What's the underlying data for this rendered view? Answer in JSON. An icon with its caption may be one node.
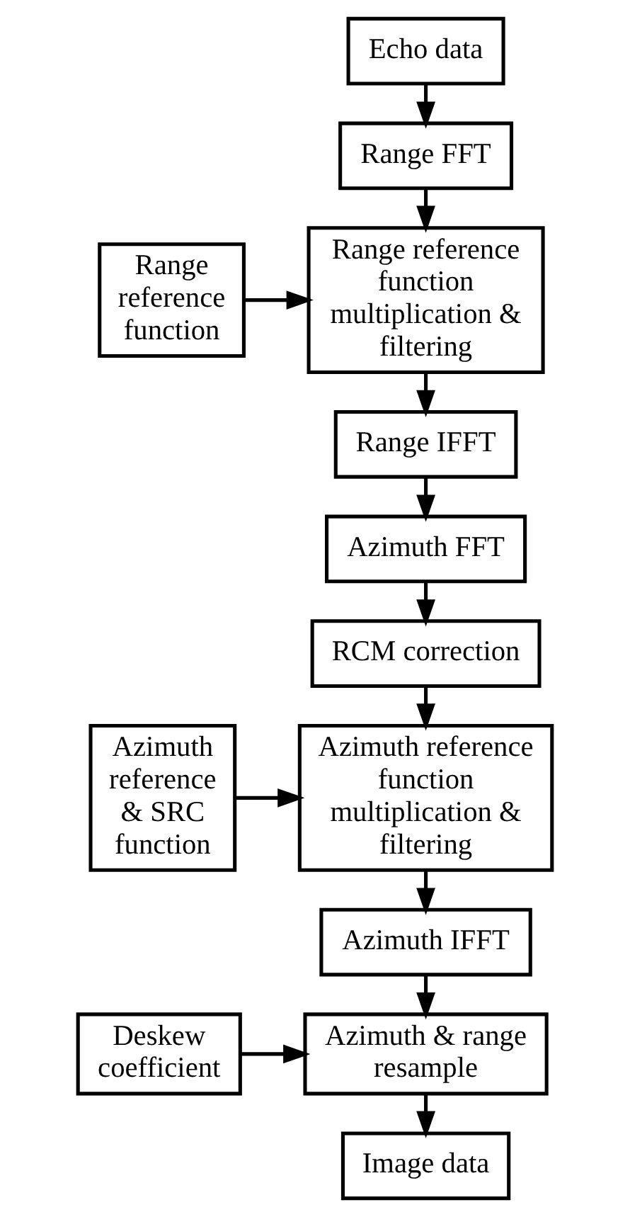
{
  "diagram": {
    "nodes": [
      {
        "text": [
          "Echo data"
        ]
      },
      {
        "text": [
          "Range FFT"
        ]
      },
      {
        "text": [
          "Range reference function multiplication & filtering"
        ]
      },
      {
        "text": [
          "Range reference function"
        ]
      },
      {
        "text": [
          "Range IFFT"
        ]
      },
      {
        "text": [
          "Azimuth FFT"
        ]
      },
      {
        "text": [
          "RCM correction"
        ]
      },
      {
        "text": [
          "Azimuth reference function multiplication & filtering"
        ]
      },
      {
        "text": [
          "Azimuth reference & SRC function"
        ]
      },
      {
        "text": [
          "Azimuth IFFT"
        ]
      },
      {
        "text": [
          "Azimuth & range resample"
        ]
      },
      {
        "text": [
          "Deskew coefficient"
        ]
      },
      {
        "text": [
          "Image data"
        ]
      }
    ],
    "edges": [
      {
        "from": 0,
        "to": 1,
        "arrow": "to"
      },
      {
        "from": 1,
        "to": 2,
        "arrow": "to"
      },
      {
        "from": 3,
        "to": 2,
        "arrow": "to"
      },
      {
        "from": 2,
        "to": 4,
        "arrow": "to"
      },
      {
        "from": 4,
        "to": 5,
        "arrow": "to"
      },
      {
        "from": 5,
        "to": 6,
        "arrow": "to"
      },
      {
        "from": 6,
        "to": 7,
        "arrow": "to"
      },
      {
        "from": 8,
        "to": 7,
        "arrow": "to"
      },
      {
        "from": 7,
        "to": 9,
        "arrow": "to"
      },
      {
        "from": 9,
        "to": 10,
        "arrow": "to"
      },
      {
        "from": 11,
        "to": 10,
        "arrow": "to"
      },
      {
        "from": 10,
        "to": 12,
        "arrow": "to"
      }
    ]
  }
}
